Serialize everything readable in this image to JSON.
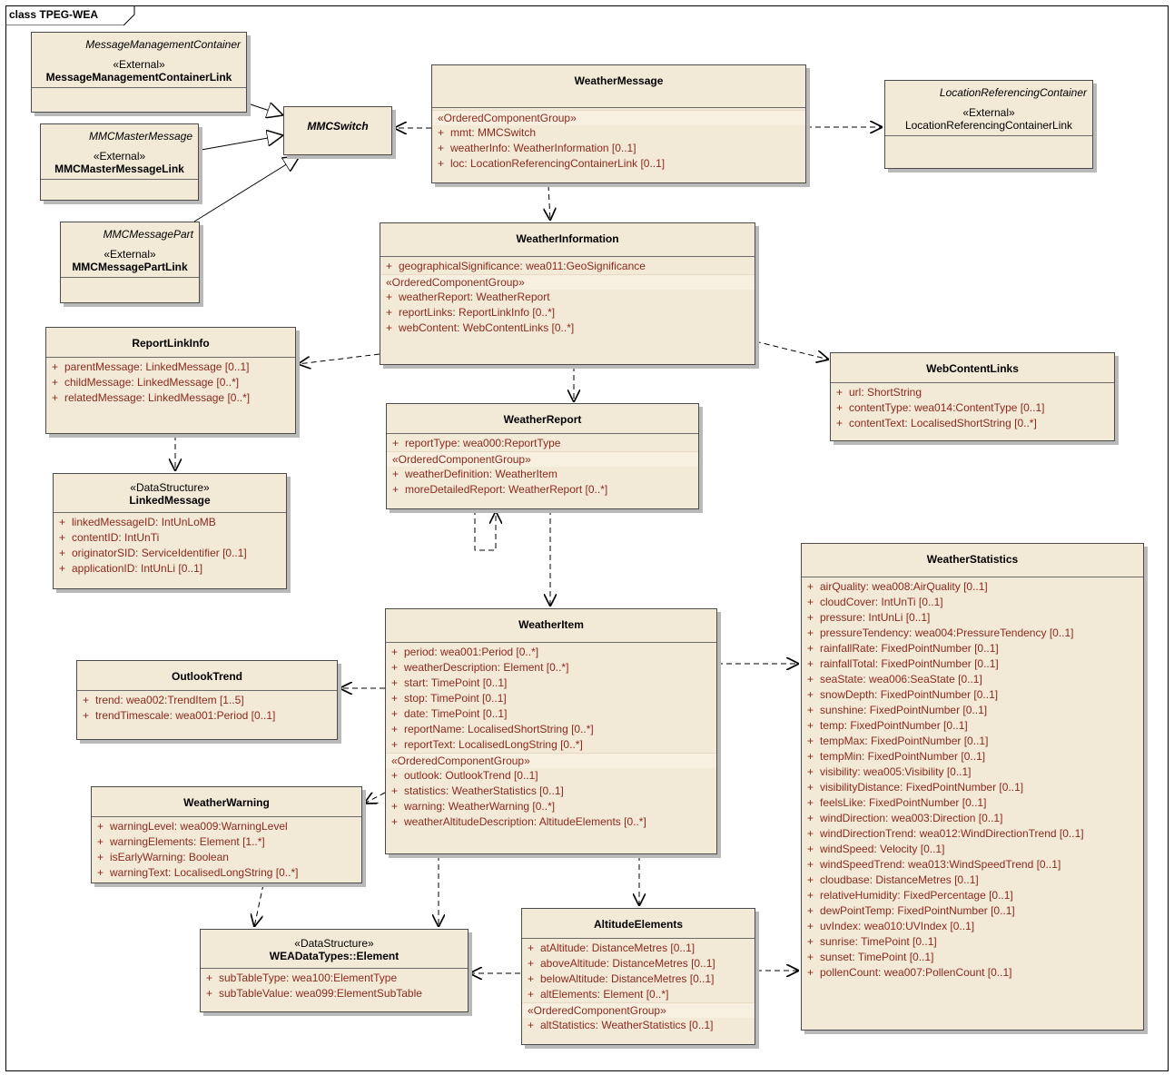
{
  "frame": {
    "label": "class TPEG-WEA"
  },
  "colors": {
    "class_fill": "#f3e9d7",
    "attribute_text": "#8b2a1e",
    "border": "#4a4a4a"
  },
  "classes": {
    "mmc_container_link": {
      "ext": "MessageManagementContainer",
      "stereotype": "«External»",
      "name": "MessageManagementContainerLink"
    },
    "mmc_master_link": {
      "ext": "MMCMasterMessage",
      "stereotype": "«External»",
      "name": "MMCMasterMessageLink"
    },
    "mmc_part_link": {
      "ext": "MMCMessagePart",
      "stereotype": "«External»",
      "name": "MMCMessagePartLink"
    },
    "mmc_switch": {
      "name": "MMCSwitch"
    },
    "loc_ref_link": {
      "ext": "LocationReferencingContainer",
      "stereotype": "«External»",
      "name": "LocationReferencingContainerLink"
    },
    "weather_message": {
      "name": "WeatherMessage",
      "group": "«OrderedComponentGroup»",
      "attrs": [
        "mmt:  MMCSwitch",
        "weatherInfo:  WeatherInformation [0..1]",
        "loc:  LocationReferencingContainerLink [0..1]"
      ]
    },
    "weather_information": {
      "name": "WeatherInformation",
      "attrs": [
        "geographicalSignificance:  wea011:GeoSignificance"
      ],
      "group": "«OrderedComponentGroup»",
      "group_attrs": [
        "weatherReport:  WeatherReport",
        "reportLinks:  ReportLinkInfo [0..*]",
        "webContent:  WebContentLinks [0..*]"
      ]
    },
    "report_link_info": {
      "name": "ReportLinkInfo",
      "attrs": [
        "parentMessage:  LinkedMessage [0..1]",
        "childMessage:  LinkedMessage [0..*]",
        "relatedMessage:  LinkedMessage [0..*]"
      ]
    },
    "linked_message": {
      "stereotype": "«DataStructure»",
      "name": "LinkedMessage",
      "attrs": [
        "linkedMessageID:  IntUnLoMB",
        "contentID:  IntUnTi",
        "originatorSID:  ServiceIdentifier [0..1]",
        "applicationID:  IntUnLi [0..1]"
      ]
    },
    "web_content_links": {
      "name": "WebContentLinks",
      "attrs": [
        "url:  ShortString",
        "contentType:  wea014:ContentType [0..1]",
        "contentText:  LocalisedShortString [0..*]"
      ]
    },
    "weather_report": {
      "name": "WeatherReport",
      "attrs": [
        "reportType:  wea000:ReportType"
      ],
      "group": "«OrderedComponentGroup»",
      "group_attrs": [
        "weatherDefinition:  WeatherItem",
        "moreDetailedReport:  WeatherReport [0..*]"
      ]
    },
    "weather_item": {
      "name": "WeatherItem",
      "attrs": [
        "period:  wea001:Period [0..*]",
        "weatherDescription:  Element [0..*]",
        "start:  TimePoint [0..1]",
        "stop:  TimePoint [0..1]",
        "date:  TimePoint [0..1]",
        "reportName:  LocalisedShortString [0..*]",
        "reportText:  LocalisedLongString [0..*]"
      ],
      "group": "«OrderedComponentGroup»",
      "group_attrs": [
        "outlook:  OutlookTrend [0..1]",
        "statistics:  WeatherStatistics [0..1]",
        "warning:  WeatherWarning [0..*]",
        "weatherAltitudeDescription:  AltitudeElements [0..*]"
      ]
    },
    "outlook_trend": {
      "name": "OutlookTrend",
      "attrs": [
        "trend:  wea002:TrendItem [1..5]",
        "trendTimescale:  wea001:Period [0..1]"
      ]
    },
    "weather_warning": {
      "name": "WeatherWarning",
      "attrs": [
        "warningLevel:  wea009:WarningLevel",
        "warningElements:  Element [1..*]",
        "isEarlyWarning:  Boolean",
        "warningText:  LocalisedLongString [0..*]"
      ]
    },
    "wea_element": {
      "stereotype": "«DataStructure»",
      "name": "WEADataTypes::Element",
      "attrs": [
        "subTableType:  wea100:ElementType",
        "subTableValue:  wea099:ElementSubTable"
      ]
    },
    "altitude_elements": {
      "name": "AltitudeElements",
      "attrs": [
        "atAltitude:  DistanceMetres [0..1]",
        "aboveAltitude:  DistanceMetres [0..1]",
        "belowAltitude:  DistanceMetres [0..1]",
        "altElements:  Element [0..*]"
      ],
      "group": "«OrderedComponentGroup»",
      "group_attrs": [
        "altStatistics:  WeatherStatistics [0..1]"
      ]
    },
    "weather_statistics": {
      "name": "WeatherStatistics",
      "attrs": [
        "airQuality:  wea008:AirQuality [0..1]",
        "cloudCover:  IntUnTi [0..1]",
        "pressure:  IntUnLi [0..1]",
        "pressureTendency:  wea004:PressureTendency [0..1]",
        "rainfallRate:  FixedPointNumber [0..1]",
        "rainfallTotal:  FixedPointNumber [0..1]",
        "seaState:  wea006:SeaState [0..1]",
        "snowDepth:  FixedPointNumber [0..1]",
        "sunshine:  FixedPointNumber [0..1]",
        "temp:  FixedPointNumber [0..1]",
        "tempMax:  FixedPointNumber [0..1]",
        "tempMin:  FixedPointNumber [0..1]",
        "visibility:  wea005:Visibility [0..1]",
        "visibilityDistance:  FixedPointNumber [0..1]",
        "feelsLike:  FixedPointNumber [0..1]",
        "windDirection:  wea003:Direction [0..1]",
        "windDirectionTrend:  wea012:WindDirectionTrend [0..1]",
        "windSpeed:  Velocity [0..1]",
        "windSpeedTrend:  wea013:WindSpeedTrend [0..1]",
        "cloudbase:  DistanceMetres [0..1]",
        "relativeHumidity:  FixedPercentage [0..1]",
        "dewPointTemp:  FixedPointNumber [0..1]",
        "uvIndex:  wea010:UVIndex [0..1]",
        "sunrise:  TimePoint [0..1]",
        "sunset:  TimePoint [0..1]",
        "pollenCount:  wea007:PollenCount [0..1]"
      ]
    }
  }
}
